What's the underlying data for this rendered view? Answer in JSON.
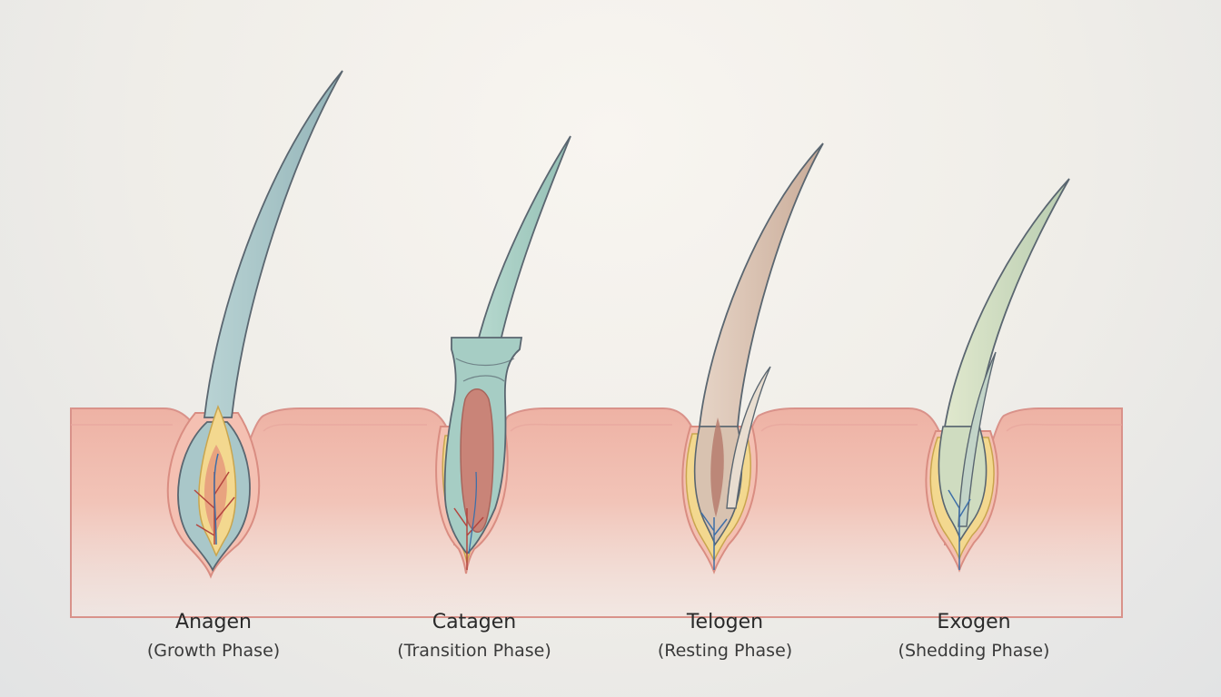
{
  "phases": [
    {
      "name": "Anagen",
      "subtitle": "(Growth Phase)"
    },
    {
      "name": "Catagen",
      "subtitle": "(Transition Phase)"
    },
    {
      "name": "Telogen",
      "subtitle": "(Resting Phase)"
    },
    {
      "name": "Exogen",
      "subtitle": "(Shedding Phase)"
    }
  ],
  "colors": {
    "skin": "#f0b9ac",
    "skin_edge": "#d98d82",
    "sheath": "#f3d88f",
    "hair_anagen": "#a9c7c9",
    "hair_catagen": "#a6cdc4",
    "hair_telogen": "#d8c2b0",
    "hair_exogen": "#cfdcc0",
    "vessel": "#b3463f",
    "nerve": "#3e6fa8",
    "outline": "#5a6670"
  }
}
